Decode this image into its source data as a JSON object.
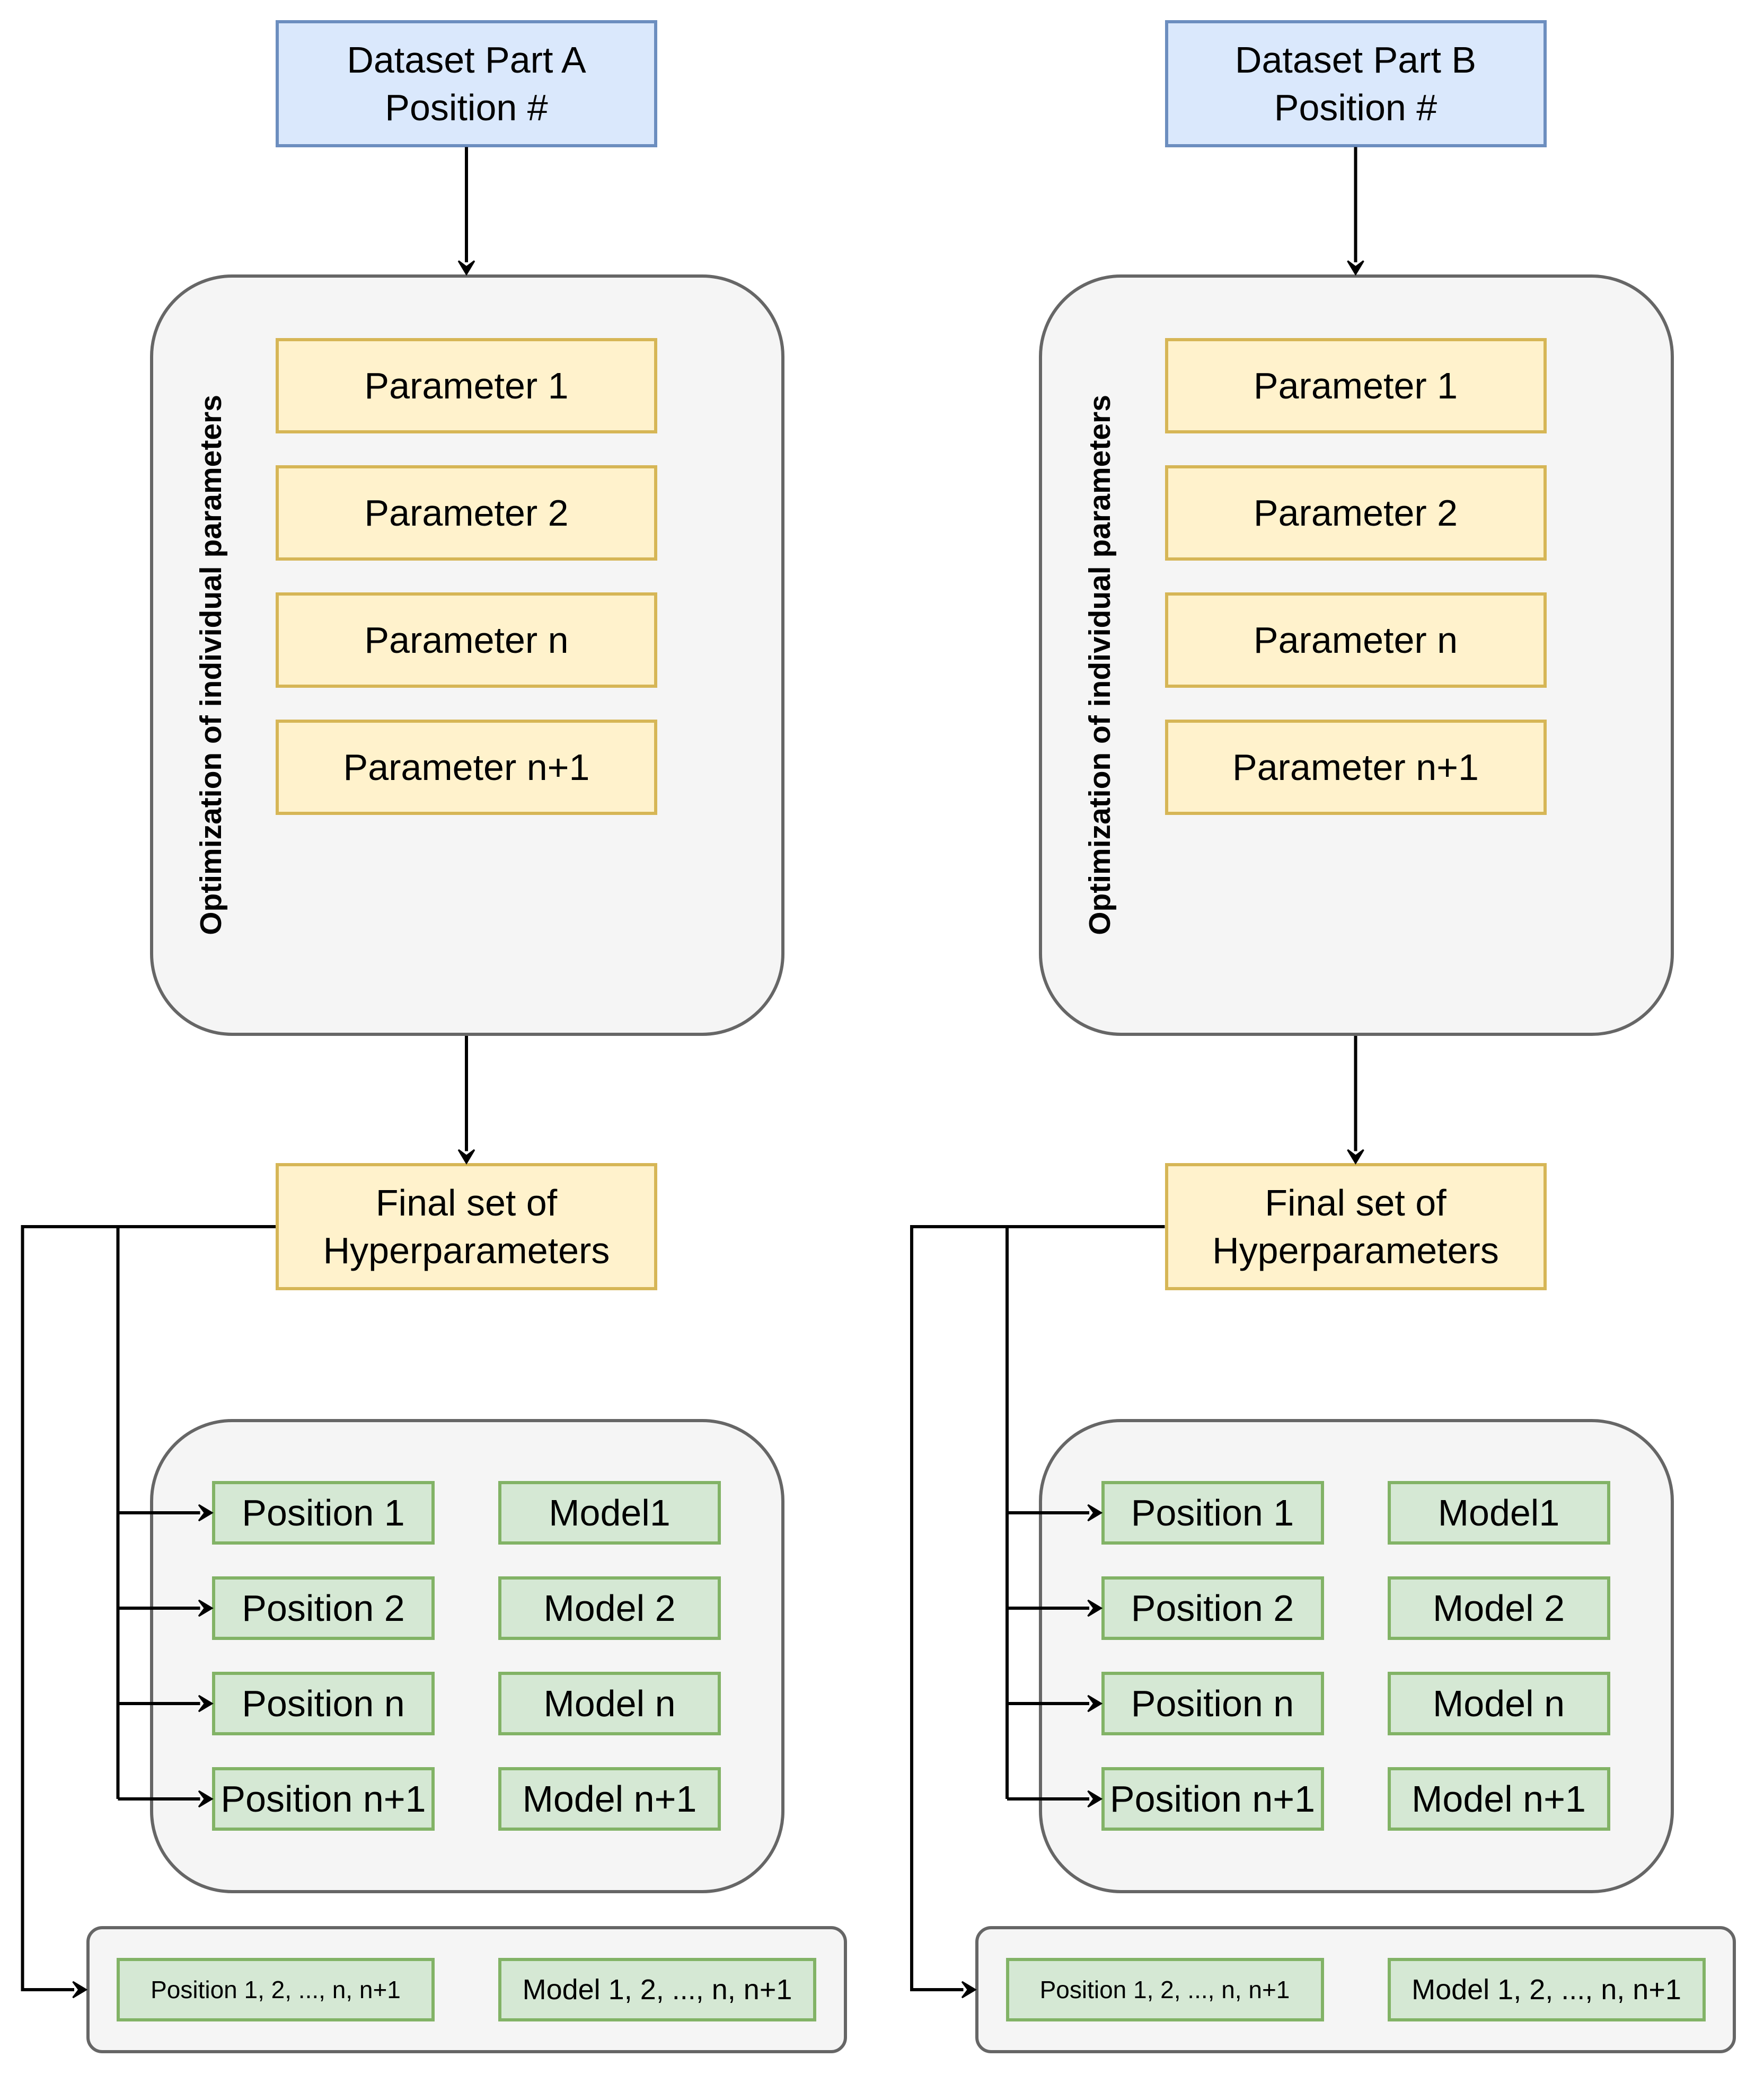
{
  "columns": [
    {
      "dataset": {
        "line1": "Dataset Part A",
        "line2": "Position #"
      },
      "optimization_label": "Optimization of individual parameters",
      "parameters": [
        "Parameter 1",
        "Parameter 2",
        "Parameter n",
        "Parameter n+1"
      ],
      "final": {
        "line1": "Final set of",
        "line2": "Hyperparameters"
      },
      "positions": [
        "Position 1",
        "Position 2",
        "Position n",
        "Position n+1"
      ],
      "models": [
        "Model1",
        "Model 2",
        "Model n",
        "Model n+1"
      ],
      "combined": {
        "positions": "Position 1, 2, ..., n, n+1",
        "models": "Model 1, 2, ..., n, n+1"
      }
    },
    {
      "dataset": {
        "line1": "Dataset Part B",
        "line2": "Position #"
      },
      "optimization_label": "Optimization of individual parameters",
      "parameters": [
        "Parameter 1",
        "Parameter 2",
        "Parameter n",
        "Parameter n+1"
      ],
      "final": {
        "line1": "Final set of",
        "line2": "Hyperparameters"
      },
      "positions": [
        "Position 1",
        "Position 2",
        "Position n",
        "Position n+1"
      ],
      "models": [
        "Model1",
        "Model 2",
        "Model n",
        "Model n+1"
      ],
      "combined": {
        "positions": "Position 1, 2, ..., n, n+1",
        "models": "Model 1, 2, ..., n, n+1"
      }
    }
  ],
  "colors": {
    "dataset_fill": "#dae8fc",
    "dataset_stroke": "#6c8ebf",
    "param_fill": "#fff2cc",
    "param_stroke": "#d6b656",
    "model_fill": "#d5e8d4",
    "model_stroke": "#82b366",
    "panel_fill": "#f5f5f5",
    "panel_stroke": "#666666"
  }
}
